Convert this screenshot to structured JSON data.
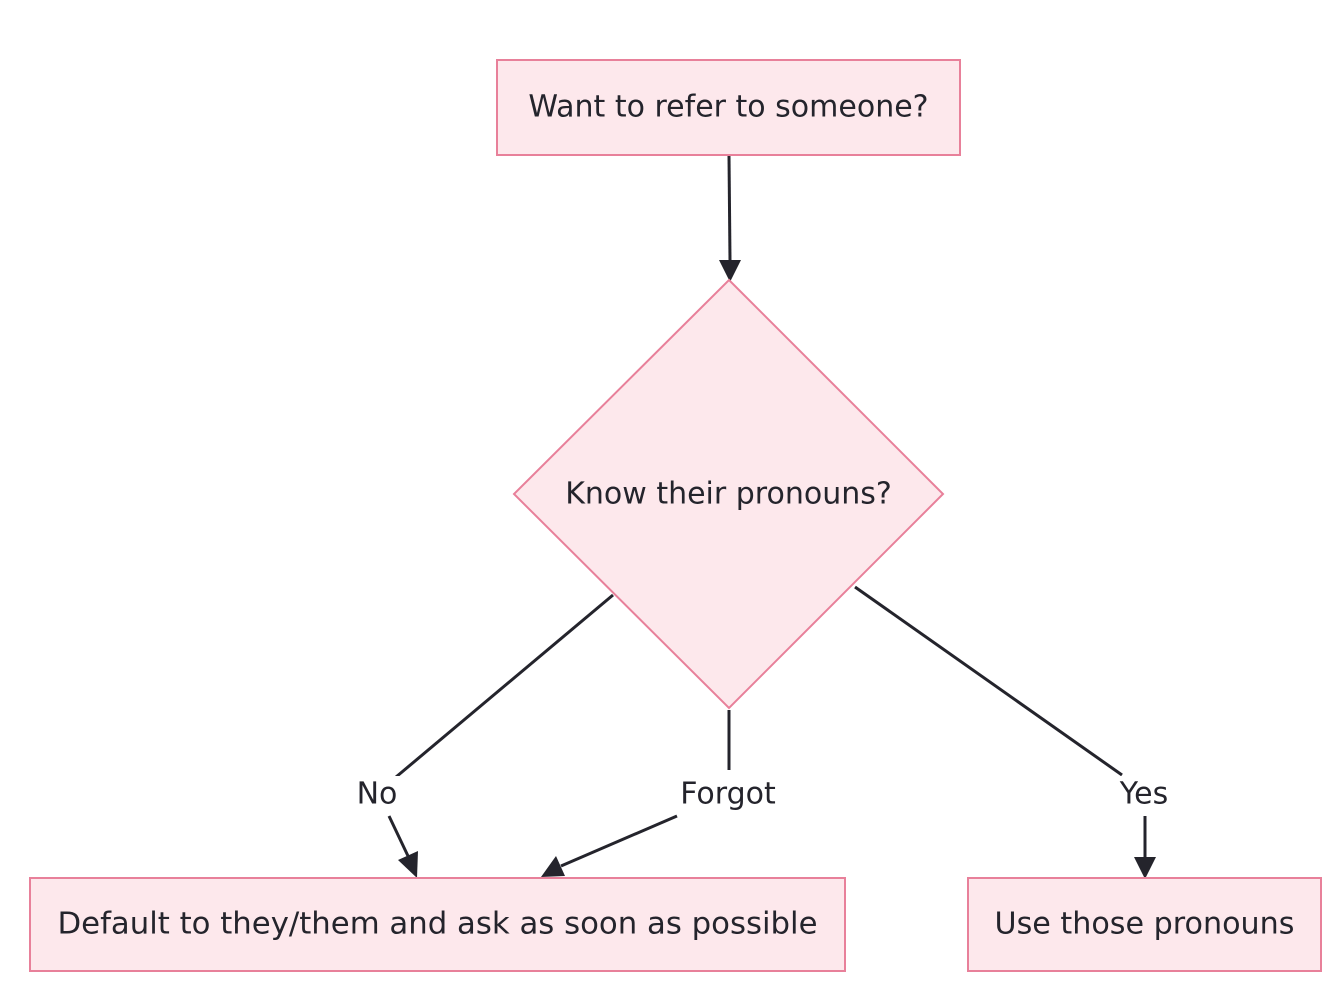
{
  "diagram": {
    "nodes": {
      "start": {
        "label": "Want to refer to someone?"
      },
      "decision": {
        "label": "Know their pronouns?"
      },
      "default_action": {
        "label": "Default to they/them and ask as soon as possible"
      },
      "use_pronouns": {
        "label": "Use those pronouns"
      }
    },
    "edges": {
      "no": {
        "label": "No"
      },
      "forgot": {
        "label": "Forgot"
      },
      "yes": {
        "label": "Yes"
      }
    }
  }
}
